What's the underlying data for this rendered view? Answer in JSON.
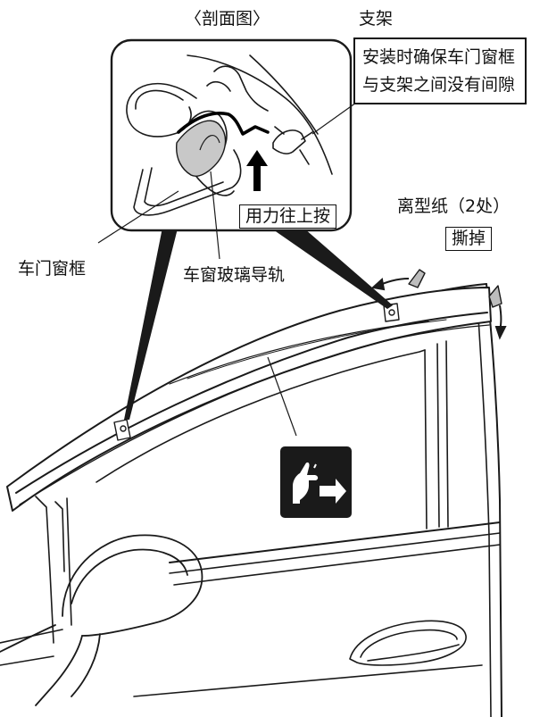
{
  "labels": {
    "section_view": "〈剖面图〉",
    "bracket": "支架",
    "bracket_note": "安装时确保车门窗框与支架之间没有间隙",
    "press_up": "用力往上按",
    "release_paper": "离型纸（2处）",
    "tear_off": "撕掉",
    "door_frame": "车门窗框",
    "window_guide": "车窗玻璃导轨"
  },
  "icons": {
    "push_direction": "hand-push-right-icon",
    "press_arrow": "arrow-up-icon",
    "peel_arrows": "curved-arrow-icon"
  }
}
